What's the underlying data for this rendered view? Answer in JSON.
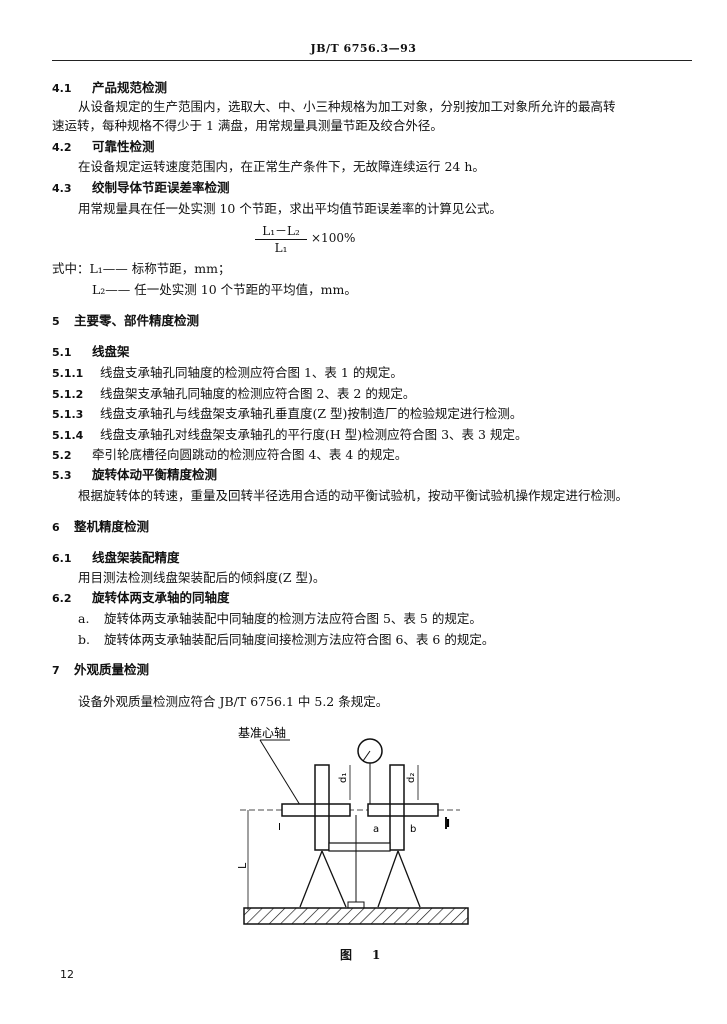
{
  "header": "JB/T 6756.3—93",
  "s4_1": {
    "num": "4.1",
    "title": "产品规范检测",
    "p1": "从设备规定的生产范围内，选取大、中、小三种规格为加工对象，分别按加工对象所允许的最高转",
    "p2": "速运转，每种规格不得少于 1 满盘，用常规量具测量节距及绞合外径。"
  },
  "s4_2": {
    "num": "4.2",
    "title": "可靠性检测",
    "p1": "在设备规定运转速度范围内，在正常生产条件下，无故障连续运行 24 h。"
  },
  "s4_3": {
    "num": "4.3",
    "title": "绞制导体节距误差率检测",
    "p1": "用常规量具在任一处实测 10 个节距，求出平均值节距误差率的计算见公式。",
    "formula_num": "L₁－L₂",
    "formula_den": "L₁",
    "formula_mul": "×100%",
    "where1": "式中：L₁—— 标称节距，mm；",
    "where2": "L₂—— 任一处实测 10 个节距的平均值，mm。"
  },
  "s5": {
    "num": "5",
    "title": "主要零、部件精度检测"
  },
  "s5_1": {
    "num": "5.1",
    "title": "线盘架"
  },
  "s5_1_1": {
    "num": "5.1.1",
    "text": "线盘支承轴孔同轴度的检测应符合图 1、表 1 的规定。"
  },
  "s5_1_2": {
    "num": "5.1.2",
    "text": "线盘架支承轴孔同轴度的检测应符合图 2、表 2 的规定。"
  },
  "s5_1_3": {
    "num": "5.1.3",
    "text": "线盘支承轴孔与线盘架支承轴孔垂直度(Z 型)按制造厂的检验规定进行检测。"
  },
  "s5_1_4": {
    "num": "5.1.4",
    "text": "线盘支承轴孔对线盘架支承轴孔的平行度(H 型)检测应符合图 3、表 3 规定。"
  },
  "s5_2": {
    "num": "5.2",
    "text": "牵引轮底槽径向圆跳动的检测应符合图 4、表 4 的规定。"
  },
  "s5_3": {
    "num": "5.3",
    "title": "旋转体动平衡精度检测",
    "p1": "根据旋转体的转速，重量及回转半径选用合适的动平衡试验机，按动平衡试验机操作规定进行检测。"
  },
  "s6": {
    "num": "6",
    "title": "整机精度检测"
  },
  "s6_1": {
    "num": "6.1",
    "title": "线盘架装配精度",
    "p1": "用目测法检测线盘架装配后的倾斜度(Z 型)。"
  },
  "s6_2": {
    "num": "6.2",
    "title": "旋转体两支承轴的同轴度",
    "a_label": "a.",
    "a_text": "旋转体两支承轴装配中同轴度的检测方法应符合图 5、表 5 的规定。",
    "b_label": "b.",
    "b_text": "旋转体两支承轴装配后同轴度间接检测方法应符合图 6、表 6 的规定。"
  },
  "s7": {
    "num": "7",
    "title": "外观质量检测",
    "p1": "设备外观质量检测应符合 JB/T 6756.1 中 5.2 条规定。"
  },
  "figure": {
    "callout": "基准心轴",
    "label_d1": "d₁",
    "label_d2": "d₂",
    "label_I_left": "I",
    "label_I_right": "I",
    "label_a": "a",
    "label_b": "b",
    "label_L": "L",
    "caption": "图　1"
  },
  "page_number": "12"
}
